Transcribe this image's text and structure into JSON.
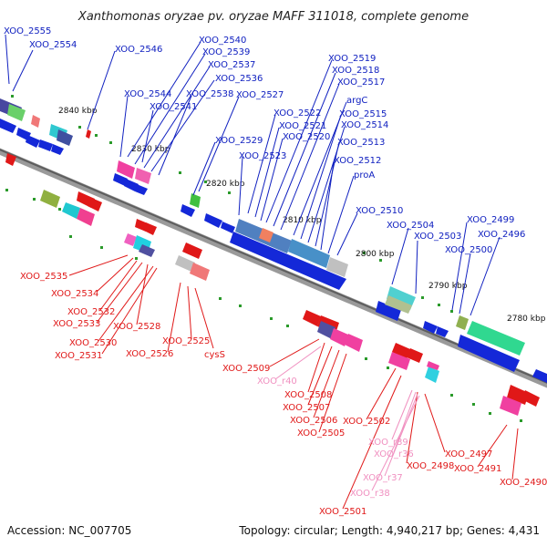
{
  "title": "Xanthomonas oryzae pv. oryzae MAFF 311018, complete genome",
  "footer": {
    "accession": "Accession: NC_007705",
    "stats": "Topology: circular; Length: 4,940,217 bp; Genes: 4,431"
  },
  "kbp_labels": [
    "2840 kbp",
    "2830 kbp",
    "2820 kbp",
    "2810 kbp",
    "2800 kbp",
    "2790 kbp",
    "2780 kbp"
  ],
  "top_labels": [
    "XOO_2555",
    "XOO_2554",
    "XOO_2546",
    "XOO_2540",
    "XOO_2539",
    "XOO_2537",
    "XOO_2536",
    "XOO_2544",
    "XOO_2538",
    "XOO_2527",
    "XOO_2541",
    "XOO_2519",
    "XOO_2518",
    "XOO_2517",
    "argC",
    "XOO_2515",
    "XOO_2514",
    "XOO_2522",
    "XOO_2521",
    "XOO_2520",
    "XOO_2513",
    "XOO_2529",
    "XOO_2523",
    "XOO_2512",
    "proA",
    "XOO_2510",
    "XOO_2504",
    "XOO_2503",
    "XOO_2499",
    "XOO_2496",
    "XOO_2500"
  ],
  "bottom_labels": [
    "XOO_2535",
    "XOO_2534",
    "XOO_2532",
    "XOO_2533",
    "XOO_2528",
    "XOO_2530",
    "XOO_2531",
    "XOO_2526",
    "XOO_2525",
    "cysS",
    "XOO_2509",
    "XOO_2508",
    "XOO_2507",
    "XOO_2506",
    "XOO_2505",
    "XOO_2502",
    "XOO_2497",
    "XOO_2498",
    "XOO_2491",
    "XOO_2490",
    "XOO_2501"
  ],
  "rna_labels": [
    "XOO_r40",
    "XOO_r39",
    "XOO_r36",
    "XOO_r37",
    "XOO_r38"
  ],
  "colors": {
    "forward_label": "#1020c0",
    "reverse_label": "#e01818",
    "rna_label": "#f090c0",
    "backbone": "#808080"
  }
}
